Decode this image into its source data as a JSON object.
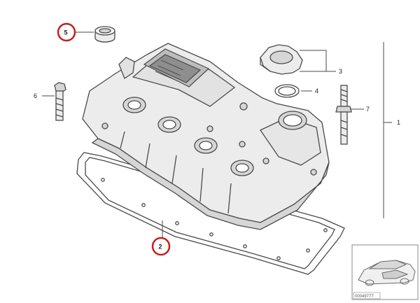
{
  "callouts": {
    "c1": "1",
    "c2": "2",
    "c3": "3",
    "c4": "4",
    "c5": "5",
    "c6": "6",
    "c7": "7"
  },
  "highlighted_callouts": [
    "2",
    "5"
  ],
  "colors": {
    "line": "#4a4a4a",
    "part_fill": "#ececec",
    "part_shade": "#d6d6d6",
    "highlight_ring": "#c41e1e",
    "background": "#ffffff"
  },
  "thumbnail": {
    "code": "00049777"
  }
}
